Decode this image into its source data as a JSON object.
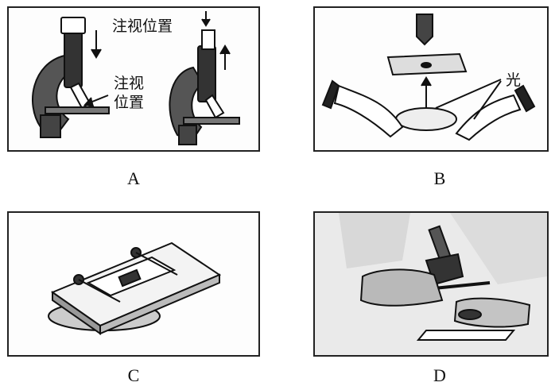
{
  "panels": [
    {
      "label": "A",
      "annotations": [
        "注视位置",
        "注视",
        "位置"
      ]
    },
    {
      "label": "B",
      "annotations": [
        "光"
      ]
    },
    {
      "label": "C",
      "annotations": []
    },
    {
      "label": "D",
      "annotations": []
    }
  ]
}
